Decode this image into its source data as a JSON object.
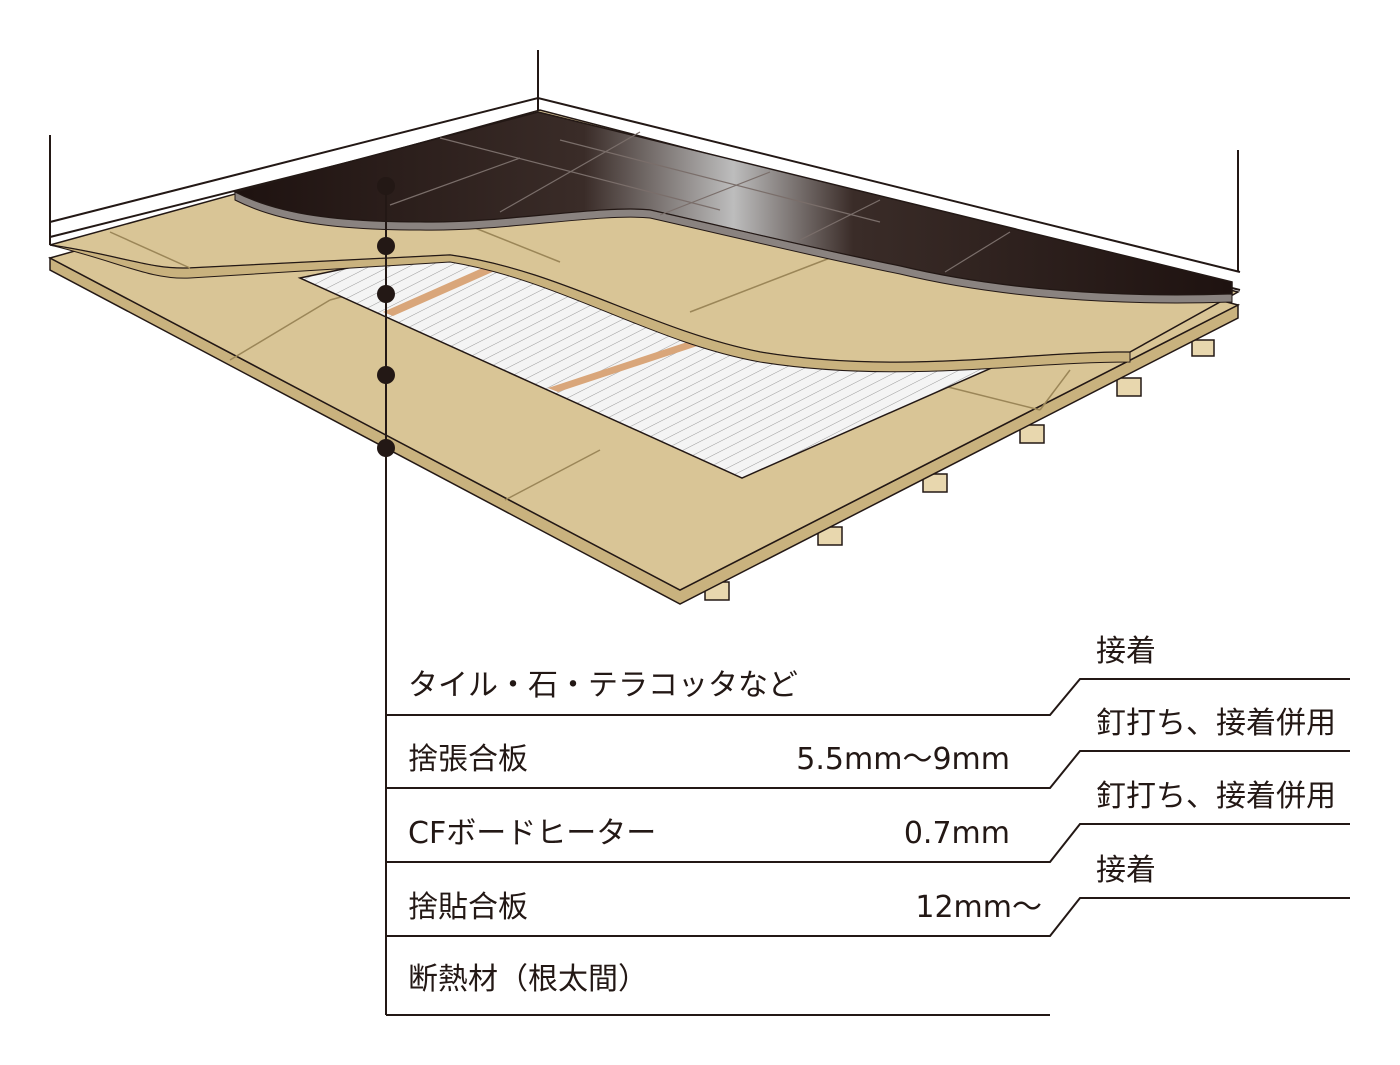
{
  "layers": [
    {
      "name": "タイル・石・テラコッタなど",
      "thickness": "",
      "method": "接着"
    },
    {
      "name": "捨張合板",
      "thickness": "5.5mm〜9mm",
      "method": "釘打ち、接着併用"
    },
    {
      "name": "CFボードヒーター",
      "thickness": "0.7mm",
      "method": "釘打ち、接着併用"
    },
    {
      "name": "捨貼合板",
      "thickness": "12mm〜",
      "method": "接着"
    },
    {
      "name": "断熱材（根太間）",
      "thickness": "",
      "method": ""
    }
  ],
  "colors": {
    "plywood": "#d9c596",
    "plywood_edge": "#c9b27e",
    "tile_dark": "#231815",
    "heater": "#f2f2f2",
    "heater_stripe": "#d9a67a",
    "line": "#231815"
  }
}
